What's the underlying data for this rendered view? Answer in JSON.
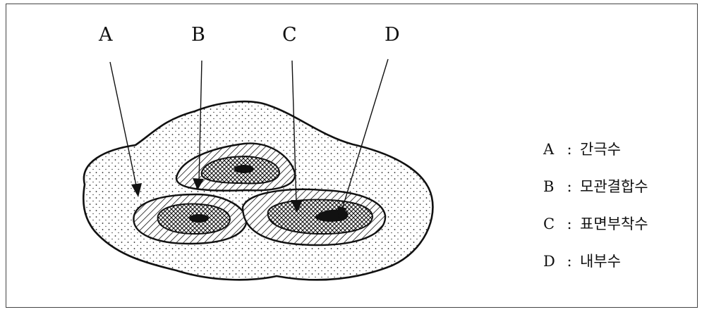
{
  "labels": [
    "A",
    "B",
    "C",
    "D"
  ],
  "legend": [
    {
      "key": "A",
      "separator": ":",
      "text": "간극수"
    },
    {
      "key": "B",
      "separator": ":",
      "text": "모관결합수"
    },
    {
      "key": "C",
      "separator": ":",
      "text": "표면부착수"
    },
    {
      "key": "D",
      "separator": ":",
      "text": "내부수"
    }
  ]
}
